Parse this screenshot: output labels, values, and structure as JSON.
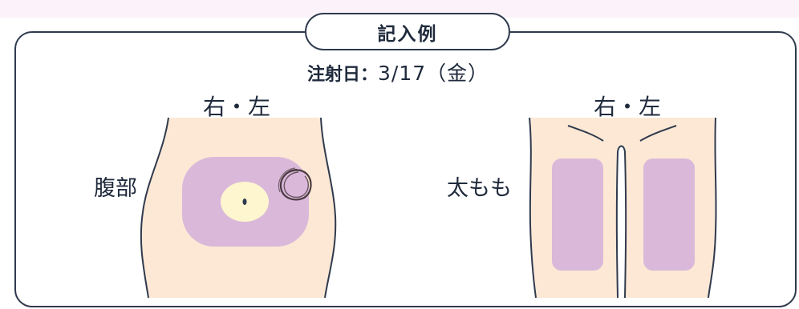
{
  "example_title": "記入例",
  "injection_date": {
    "label": "注射日：",
    "value": "3/17（金）"
  },
  "left_figure": {
    "side_label": "右・左",
    "region_label": "腹部"
  },
  "right_figure": {
    "side_label": "右・左",
    "region_label": "太もも"
  },
  "colors": {
    "skin": "#fce8d5",
    "injection_zone": "#dab8da",
    "outline": "#2f3a4d",
    "navel_area": "#fdf6cf"
  }
}
